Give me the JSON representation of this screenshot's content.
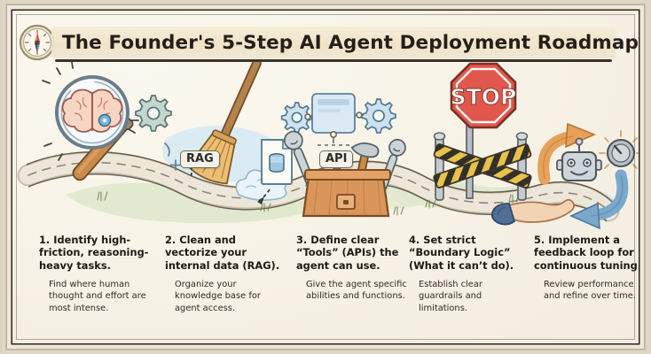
{
  "header": {
    "title": "The Founder's 5-Step AI Agent Deployment Roadmap",
    "compass_icon": "compass-icon"
  },
  "illustration": {
    "rag_label": "RAG",
    "api_label": "API",
    "stop_sign_text": "STOP",
    "icons": [
      "magnifying-glass-icon",
      "brain-icon",
      "gear-icon",
      "broom-icon",
      "document-database-icon",
      "sparkle-icon",
      "toolbox-icon",
      "wrench-icon",
      "hammer-icon",
      "screwdriver-icon",
      "stop-sign-icon",
      "barrier-icon",
      "robot-icon",
      "dial-knob-icon",
      "hand-icon",
      "arrow-up-curved-icon",
      "arrow-down-curved-icon",
      "winding-path-icon"
    ]
  },
  "steps": [
    {
      "number": "1.",
      "title": "Identify high-friction, reasoning-heavy tasks.",
      "caption": "Find where human thought and effort are most intense."
    },
    {
      "number": "2.",
      "title": "Clean and vectorize your internal data (RAG).",
      "caption": "Organize your knowledge base for agent access."
    },
    {
      "number": "3.",
      "title": "Define clear “Tools” (APIs) the agent can use.",
      "caption": "Give the agent specific abilities and functions."
    },
    {
      "number": "4.",
      "title": "Set strict “Boundary Logic” (What it can’t do).",
      "caption": "Establish clear guardrails and limitations."
    },
    {
      "number": "5.",
      "title": "Implement a feedback loop for continuous tuning.",
      "caption": "Review performance and refine over time."
    }
  ],
  "colors": {
    "paper": "#f6f2e5",
    "border": "#2a2520",
    "ink": "#241f1a",
    "path": "#ded3c0",
    "grass": "#cfe0bb",
    "stop_red": "#e25950",
    "barrier_yellow": "#e8c24a",
    "arrow_orange": "#e8a158",
    "arrow_blue": "#7aa8cc",
    "sky_blue": "#cfe4f2",
    "wood": "#c98a4b"
  }
}
